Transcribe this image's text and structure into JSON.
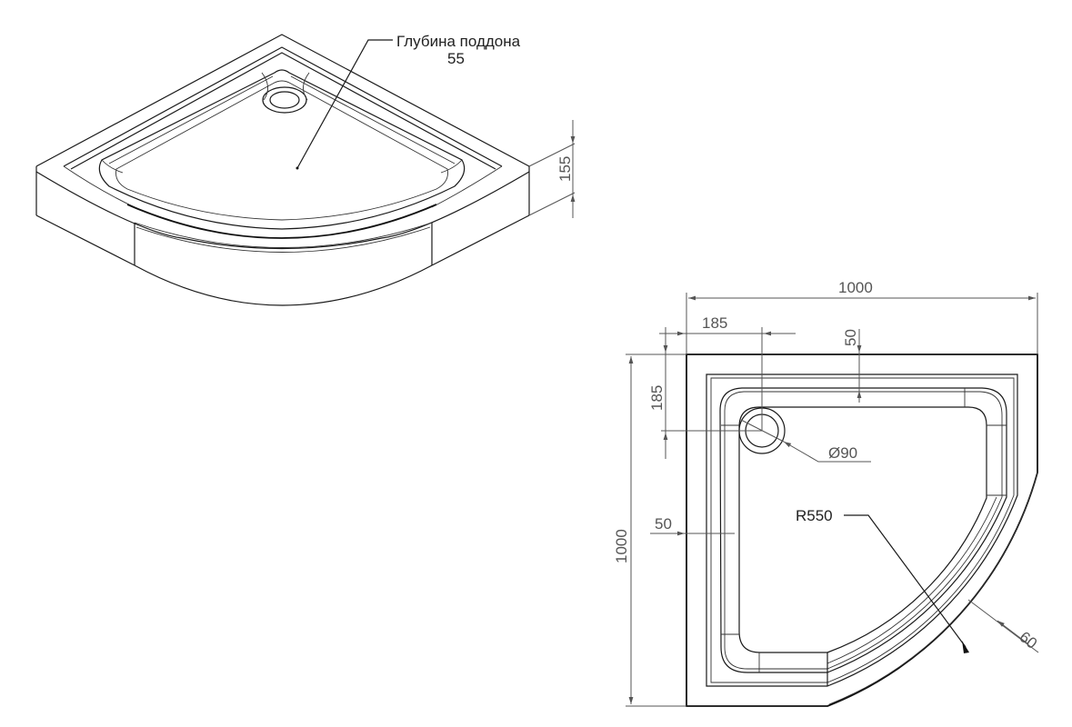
{
  "drawing": {
    "type": "technical-drawing",
    "subject": "quarter-circle shower tray",
    "isometric_view": {
      "callout": {
        "label_line1": "Глубина поддона",
        "label_line2": "55"
      },
      "height_dimension": "155"
    },
    "plan_view": {
      "dimensions": {
        "overall_width": "1000",
        "overall_depth": "1000",
        "drain_offset_x": "185",
        "drain_offset_y": "185",
        "rim_top": "50",
        "rim_left": "50",
        "drain_diameter": "Ø90",
        "inner_radius": "R550",
        "curved_rim_width": "60"
      }
    }
  }
}
